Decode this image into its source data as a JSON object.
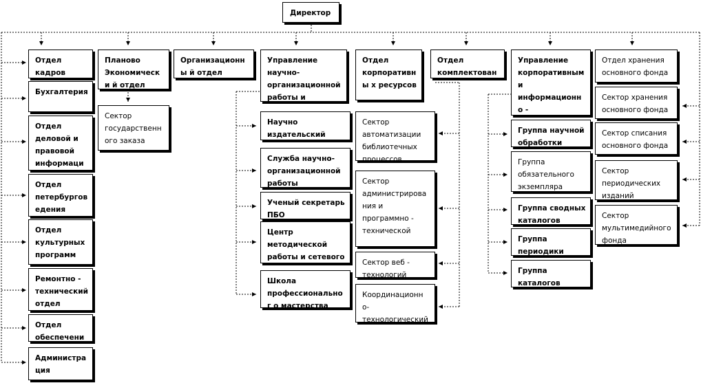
{
  "director": "Директор",
  "col1": [
    "Отдел кадров",
    "Бухгалтерия",
    "Отдел деловой и правовой информации",
    "Отдел петербургов едения",
    "Отдел культурных программ",
    "Ремонтно - технический отдел",
    "Отдел обеспечени",
    "Администра ция"
  ],
  "col2_head": "Планово Экономически й отдел",
  "col2_sub": "Сектор государственн ого заказа",
  "col3_head": "Организационны й отдел",
  "col4_head": "Управление научно-организационной работы и сетевого",
  "col4_subs": [
    "Научно издательский",
    "Служба научно-организационной работы",
    "Ученый секретарь ПБО",
    "Центр методической работы и сетевого",
    "Школа профессиональног о мастерства"
  ],
  "col5_head": "Отдел корпоративны х ресурсов",
  "col5_subs": [
    "Сектор автоматизации библиотечных процессов",
    "Сектор администрирова ния и программно - технической",
    "Сектор веб - технологий",
    "Координационн о-технологический"
  ],
  "col6_head": "Отдел комплектования",
  "col7_head": "Управление корпоративным и информационно -",
  "col7_subs": [
    "Группа научной обработки",
    "Группа обязательного экземпляра",
    "Группа сводных каталогов",
    "Группа периодики",
    "Группа каталогов"
  ],
  "col8": [
    "Отдел хранения основного фонда",
    "Сектор хранения основного фонда",
    "Сектор списания основного фонда",
    "Сектор периодических изданий",
    "Сектор мультимедийного фонда"
  ]
}
